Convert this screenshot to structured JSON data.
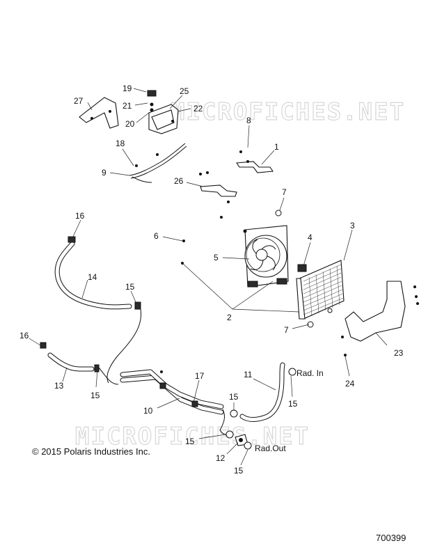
{
  "watermark": "MICROFICHES.NET",
  "copyright": "© 2015 Polaris Industries Inc.",
  "figure_number": "700399",
  "callouts": {
    "c1": "1",
    "c2": "2",
    "c3": "3",
    "c4": "4",
    "c5": "5",
    "c6": "6",
    "c7a": "7",
    "c7b": "7",
    "c8": "8",
    "c9": "9",
    "c10": "10",
    "c11": "11",
    "c12": "12",
    "c13": "13",
    "c14": "14",
    "c15a": "15",
    "c15b": "15",
    "c15c": "15",
    "c15d": "15",
    "c15e": "15",
    "c15f": "15",
    "c16a": "16",
    "c16b": "16",
    "c17": "17",
    "c18": "18",
    "c19": "19",
    "c20": "20",
    "c21": "21",
    "c22": "22",
    "c23": "23",
    "c24": "24",
    "c25": "25",
    "c26": "26",
    "c27": "27"
  },
  "port_labels": {
    "rad_in": "Rad. In",
    "rad_out": "Rad.Out"
  }
}
